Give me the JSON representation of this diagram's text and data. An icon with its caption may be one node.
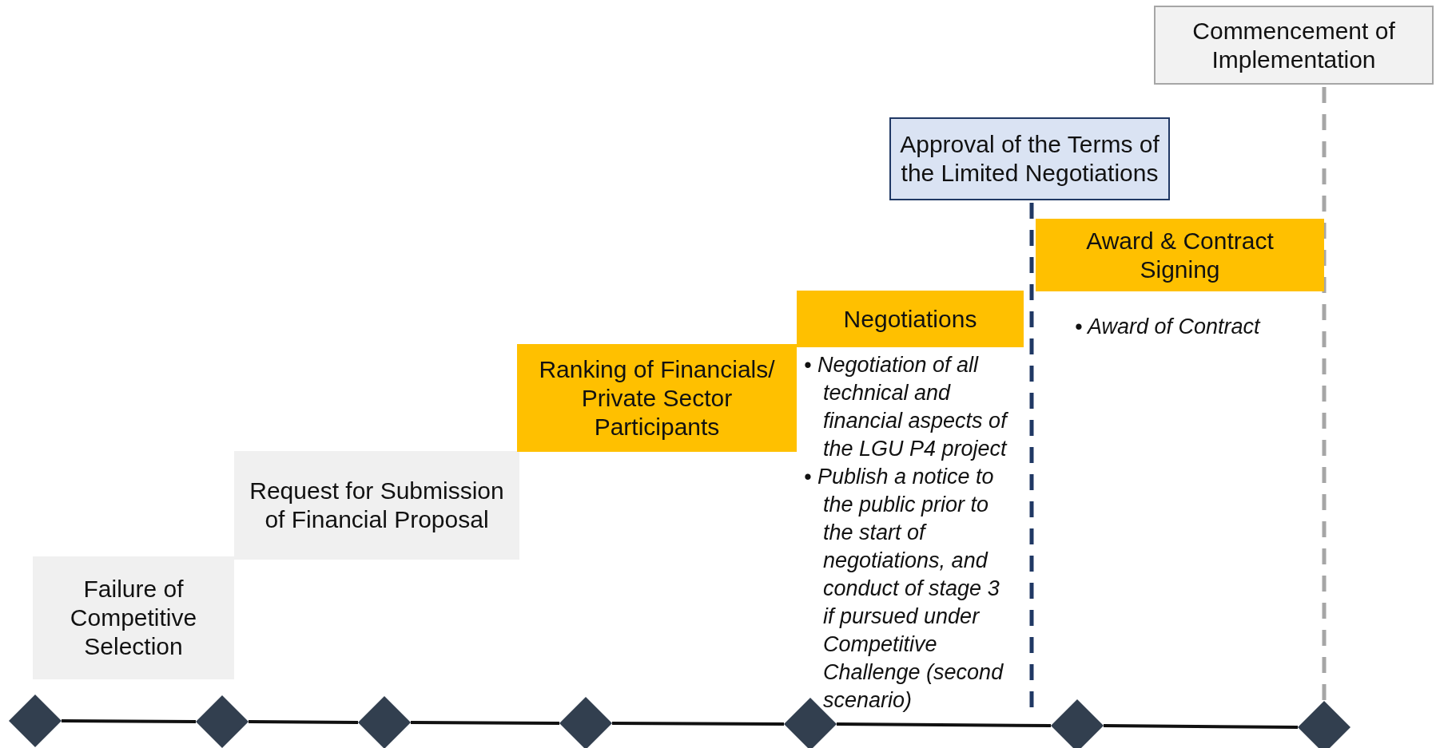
{
  "diagram": {
    "nodes": [
      {
        "text": [
          "Failure of Competitive Selection"
        ]
      },
      {
        "text": [
          "Request for Submission of Financial Proposal"
        ]
      },
      {
        "text": [
          "Ranking of Financials/ Private Sector Participants"
        ]
      },
      {
        "text": [
          "Negotiations"
        ],
        "beside": [
          "• Negotiation of all technical and financial aspects of the LGU P4 project",
          "• Publish a notice to the public prior to the start of negotiations, and conduct of stage 3 if pursued under Competitive Challenge (second scenario)"
        ]
      },
      {
        "text": [
          "Approval of the Terms of the Limited Negotiations"
        ]
      },
      {
        "text": [
          "Award & Contract Signing"
        ],
        "beside": [
          "• Award of Contract"
        ]
      },
      {
        "text": [
          "Commencement of Implementation"
        ]
      },
      {
        "text": [],
        "shape": "diamond"
      },
      {
        "text": [],
        "shape": "diamond"
      },
      {
        "text": [],
        "shape": "diamond"
      },
      {
        "text": [],
        "shape": "diamond"
      },
      {
        "text": [],
        "shape": "diamond"
      },
      {
        "text": [],
        "shape": "diamond"
      },
      {
        "text": [],
        "shape": "diamond"
      }
    ],
    "edges": [
      {
        "from": 7,
        "to": 8,
        "arrow": "none"
      },
      {
        "from": 8,
        "to": 9,
        "arrow": "none"
      },
      {
        "from": 9,
        "to": 10,
        "arrow": "none"
      },
      {
        "from": 10,
        "to": 11,
        "arrow": "none"
      },
      {
        "from": 11,
        "to": 12,
        "arrow": "none"
      },
      {
        "from": 12,
        "to": 13,
        "arrow": "none"
      },
      {
        "from": 4,
        "to": null,
        "arrow": "none",
        "style": "dashed",
        "color": "#203864"
      },
      {
        "from": 6,
        "to": 13,
        "arrow": "none",
        "style": "dashed",
        "color": "#a6a6a6"
      }
    ]
  }
}
